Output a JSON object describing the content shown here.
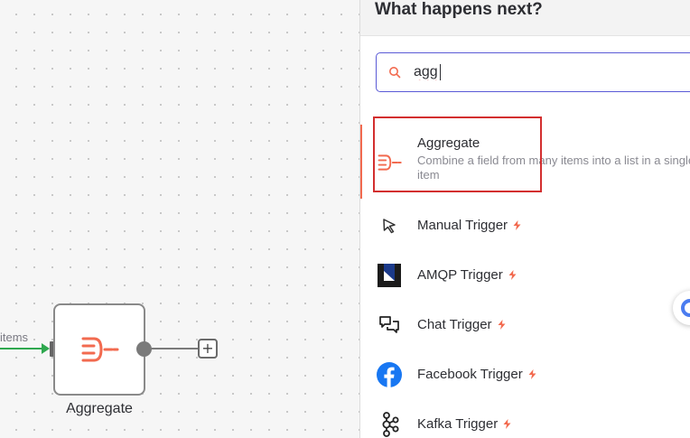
{
  "canvas": {
    "edge_label": "items",
    "node": {
      "label": "Aggregate"
    },
    "add_button": "+"
  },
  "panel": {
    "title": "What happens next?",
    "search": {
      "value": "agg",
      "placeholder": ""
    },
    "selected_item": {
      "name": "Aggregate",
      "description": "Combine a field from many items into a list in a single item"
    },
    "items": [
      {
        "name": "Manual Trigger",
        "icon": "cursor-icon",
        "trigger": true
      },
      {
        "name": "AMQP Trigger",
        "icon": "amqp-logo-icon",
        "trigger": true
      },
      {
        "name": "Chat Trigger",
        "icon": "chat-bubbles-icon",
        "trigger": true
      },
      {
        "name": "Facebook Trigger",
        "icon": "facebook-icon",
        "trigger": true
      },
      {
        "name": "Kafka Trigger",
        "icon": "kafka-icon",
        "trigger": true
      }
    ]
  },
  "colors": {
    "accent": "#f26a4f",
    "search_border": "#5a5ad6",
    "connection_success": "#2fa84f",
    "highlight": "#d32f2f",
    "facebook": "#1877f2"
  }
}
